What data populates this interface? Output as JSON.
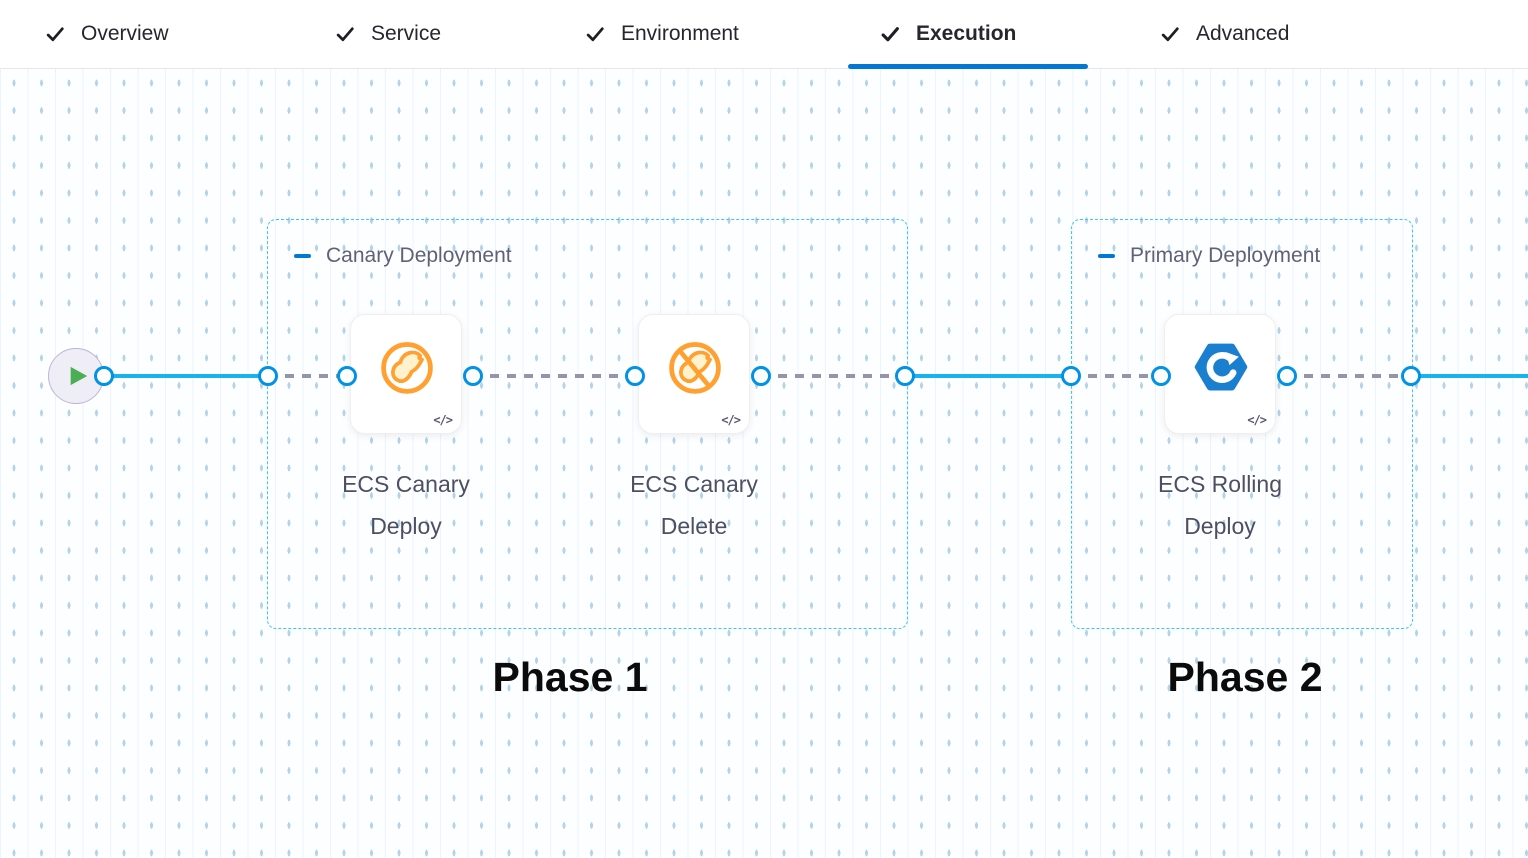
{
  "tab_bar": {
    "tabs": [
      {
        "label": "Overview",
        "checked": true,
        "active": false
      },
      {
        "label": "Service",
        "checked": true,
        "active": false
      },
      {
        "label": "Environment",
        "checked": true,
        "active": false
      },
      {
        "label": "Execution",
        "checked": true,
        "active": true
      },
      {
        "label": "Advanced",
        "checked": true,
        "active": false
      }
    ]
  },
  "pipeline": {
    "start_node": {
      "icon": "play-icon"
    },
    "groups": [
      {
        "label": "Canary Deployment",
        "phase_label": "Phase 1",
        "steps": [
          {
            "name": "ECS Canary Deploy",
            "icon": "ecs-canary-deploy-icon"
          },
          {
            "name": "ECS Canary Delete",
            "icon": "ecs-canary-delete-icon"
          }
        ]
      },
      {
        "label": "Primary Deployment",
        "phase_label": "Phase 2",
        "steps": [
          {
            "name": "ECS Rolling Deploy",
            "icon": "ecs-rolling-deploy-icon"
          }
        ]
      }
    ],
    "code_glyph": "</>"
  },
  "colors": {
    "accent_blue": "#0278d5",
    "connector_blue": "#0092e4",
    "flow_line_blue": "#18b2f0",
    "group_border_cyan": "#3ec6f5",
    "canary_orange": "#ffa030",
    "ecs_blue": "#1b7fd0",
    "play_green": "#4cae54",
    "dashed_gray": "#9495a9"
  }
}
